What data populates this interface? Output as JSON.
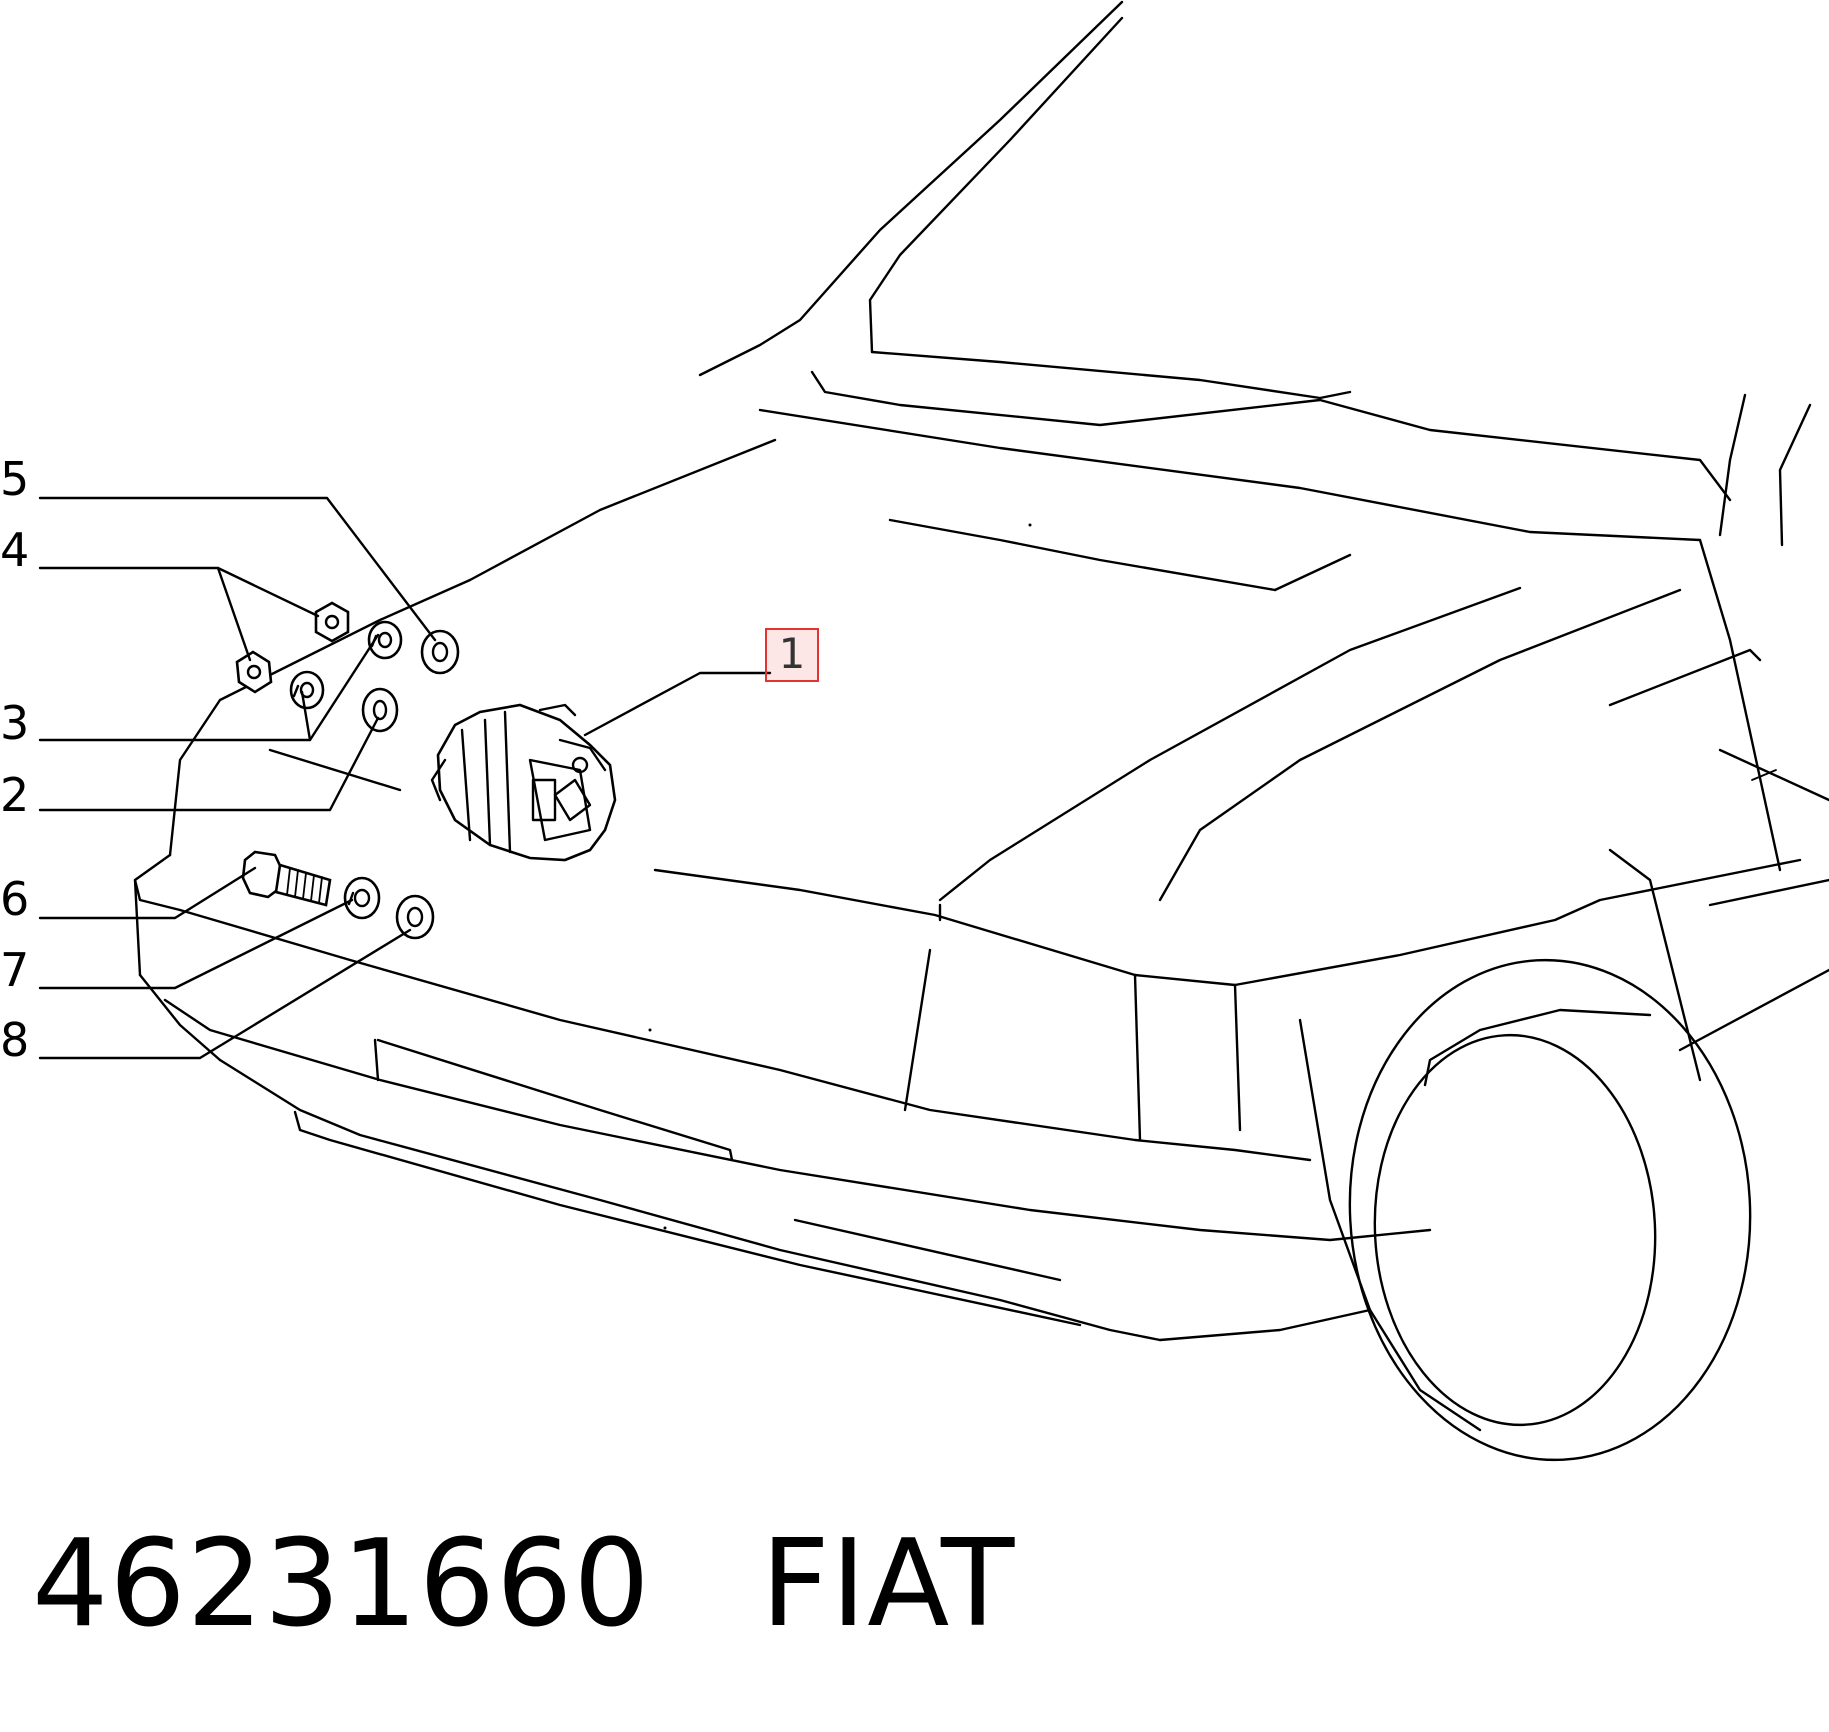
{
  "callouts": [
    {
      "id": "1",
      "label": "1",
      "highlighted": true
    },
    {
      "id": "2",
      "label": "2"
    },
    {
      "id": "3",
      "label": "3"
    },
    {
      "id": "4",
      "label": "4"
    },
    {
      "id": "5",
      "label": "5"
    },
    {
      "id": "6",
      "label": "6"
    },
    {
      "id": "7",
      "label": "7"
    },
    {
      "id": "8",
      "label": "8"
    }
  ],
  "footer": {
    "part_number": "46231660",
    "brand": "FIAT"
  },
  "colors": {
    "line": "#000000",
    "highlight_border": "#e3342f"
  }
}
